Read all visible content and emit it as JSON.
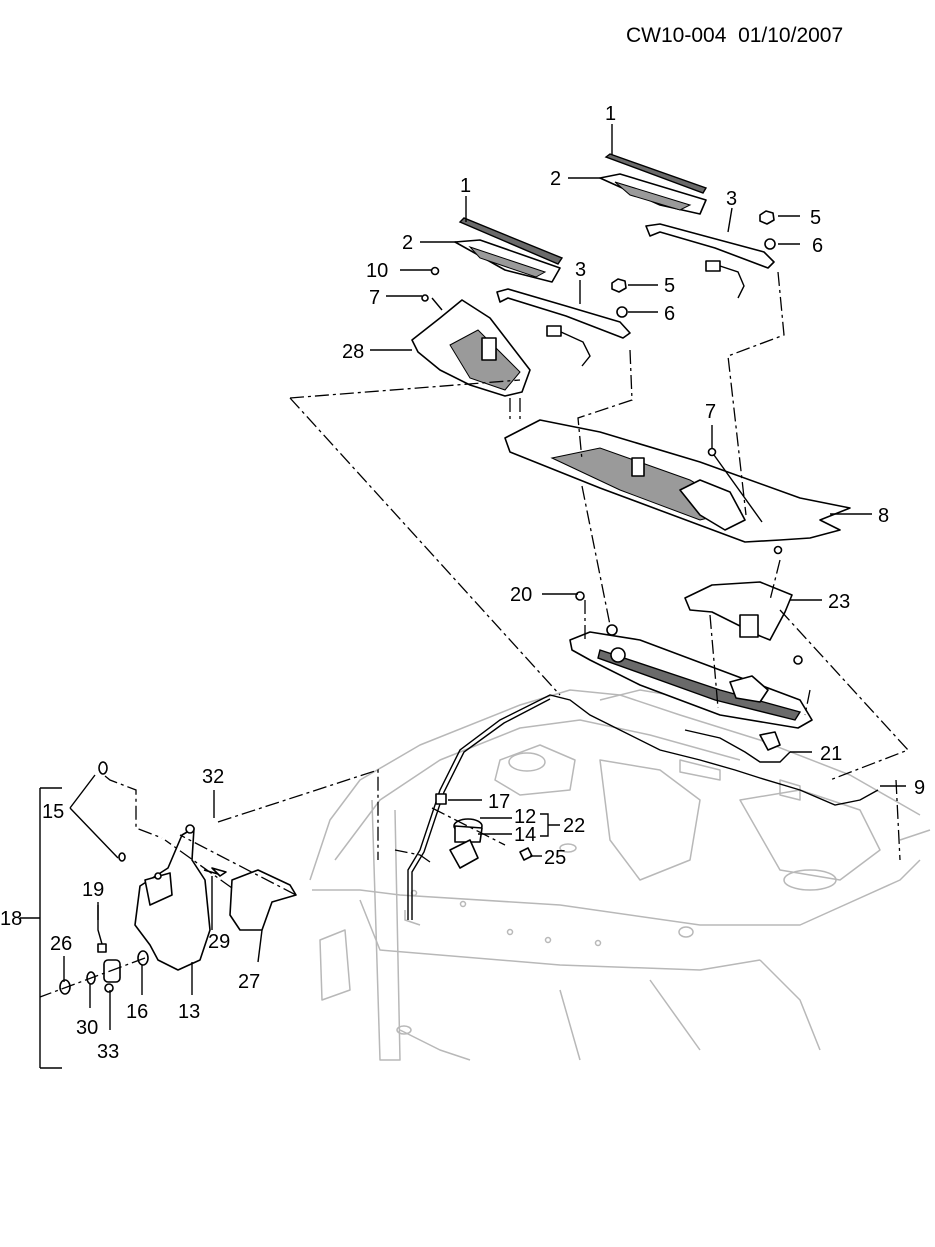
{
  "header": {
    "doc_code": "CW10-004",
    "doc_date": "01/10/2007"
  },
  "callouts": {
    "c1a": "1",
    "c1b": "1",
    "c2a": "2",
    "c2b": "2",
    "c3a": "3",
    "c3b": "3",
    "c5a": "5",
    "c5b": "5",
    "c6a": "6",
    "c6b": "6",
    "c7a": "7",
    "c7b": "7",
    "c8": "8",
    "c9": "9",
    "c10": "10",
    "c12": "12",
    "c13": "13",
    "c14": "14",
    "c15": "15",
    "c16": "16",
    "c17": "17",
    "c18": "18",
    "c19": "19",
    "c20": "20",
    "c21": "21",
    "c22": "22",
    "c23": "23",
    "c25": "25",
    "c26": "26",
    "c27": "27",
    "c28": "28",
    "c29": "29",
    "c30": "30",
    "c32": "32",
    "c33": "33"
  }
}
